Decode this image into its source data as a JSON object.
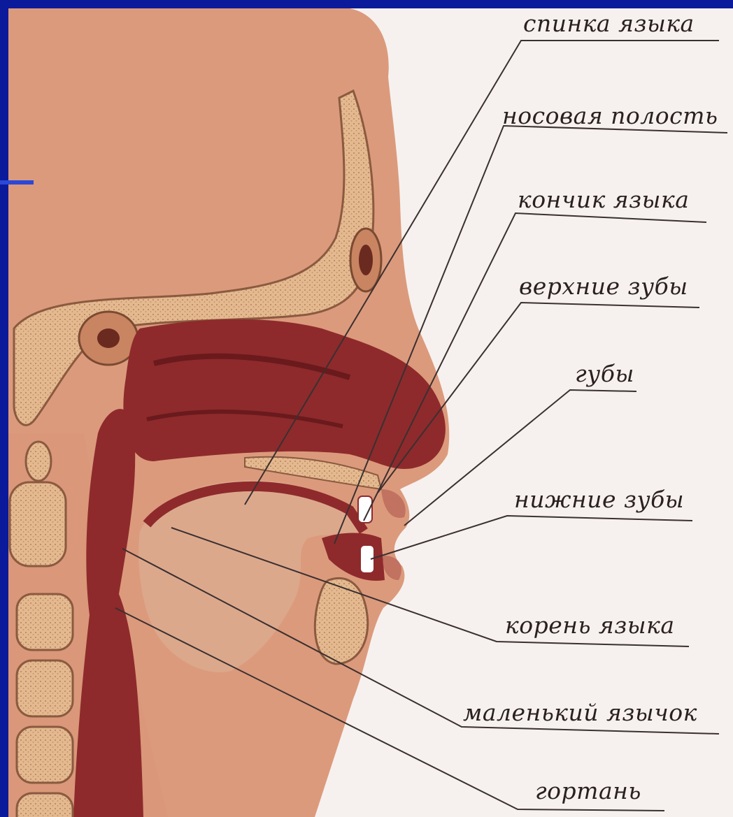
{
  "labels": {
    "spinka": "спинка языка",
    "nosovaya": "носовая полость",
    "konchik": "кончик языка",
    "verhnie": "верхние зубы",
    "guby": "губы",
    "nizhnie": "нижние зубы",
    "koren": "корень языка",
    "malenkiy": "маленький язычок",
    "gortan": "гортань"
  },
  "colors": {
    "frame": "#0b1a9a",
    "skin": "#dc9a7c",
    "cavity": "#8e2a2c",
    "bone": "#e2b48c",
    "paper": "#f6f1ee"
  }
}
